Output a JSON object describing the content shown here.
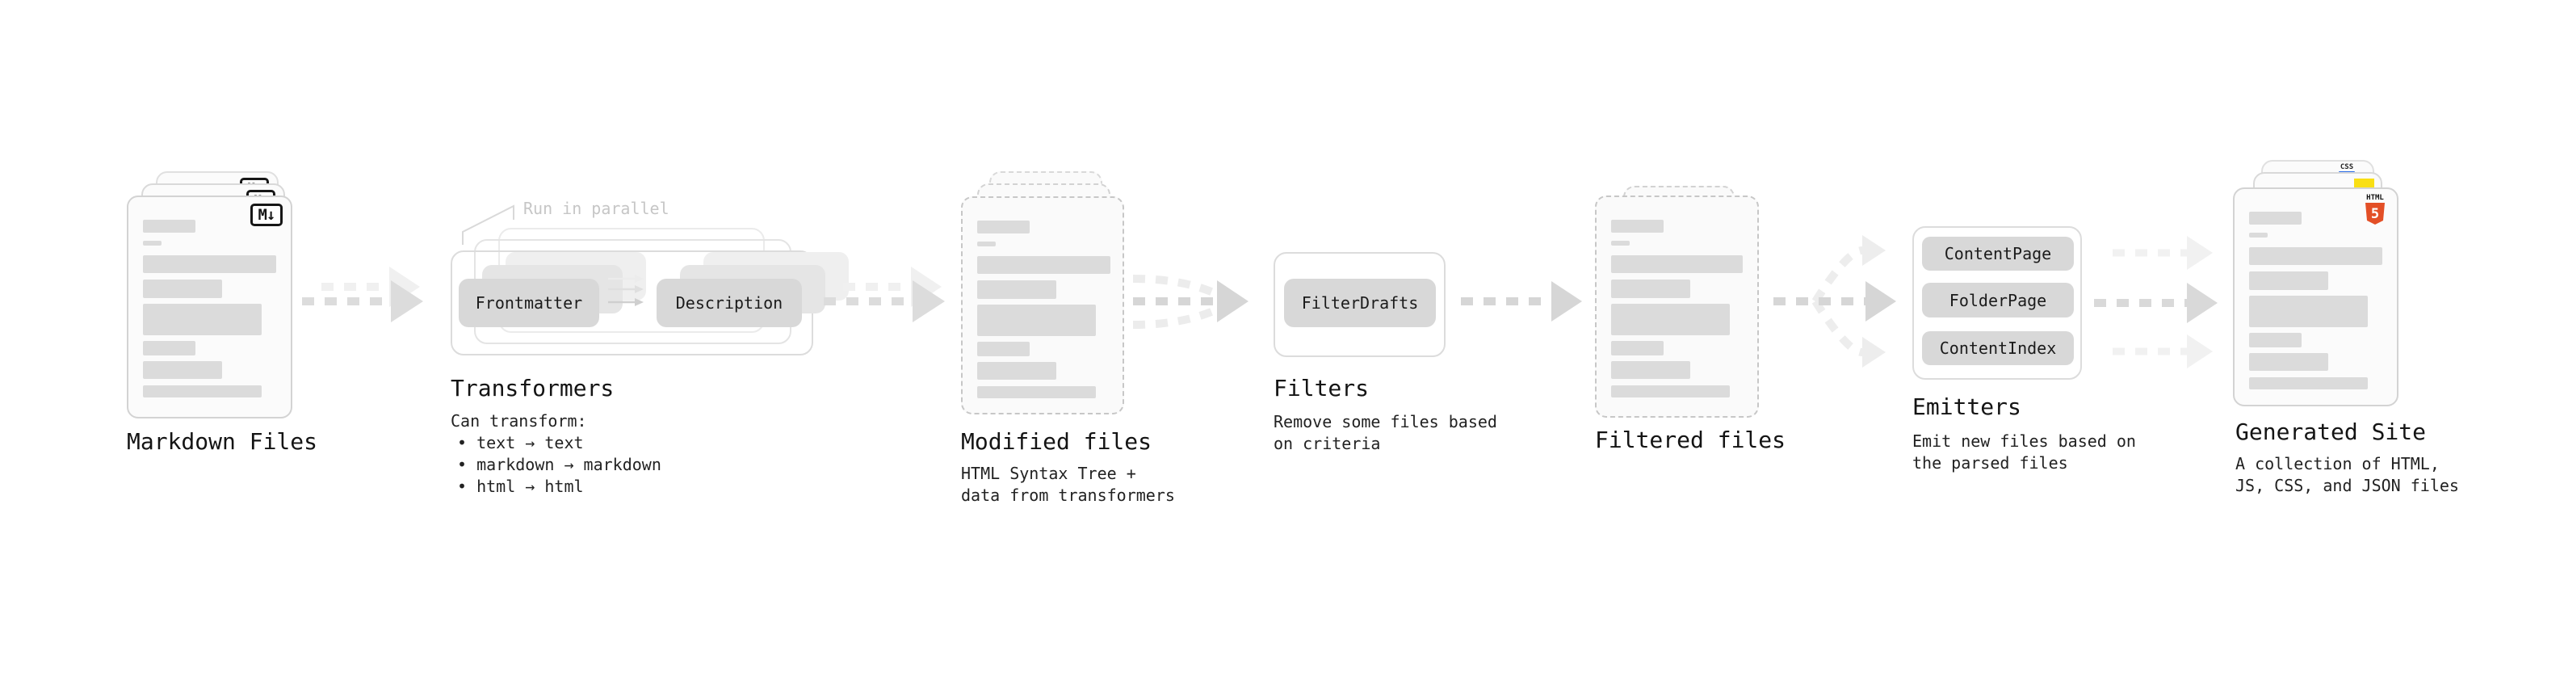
{
  "markdown_files": {
    "title": "Markdown Files",
    "badge": "M↓"
  },
  "transformers": {
    "title": "Transformers",
    "callout": "Run in parallel",
    "pill_a": "Frontmatter",
    "pill_b": "Description",
    "desc_heading": "Can transform:",
    "bullets": [
      "text → text",
      "markdown → markdown",
      "html → html"
    ]
  },
  "modified_files": {
    "title": "Modified files",
    "subtitle": [
      "HTML Syntax Tree +",
      "data from transformers"
    ]
  },
  "filters": {
    "title": "Filters",
    "pill": "FilterDrafts",
    "subtitle": [
      "Remove some files based",
      "on criteria"
    ]
  },
  "filtered_files": {
    "title": "Filtered files"
  },
  "emitters": {
    "title": "Emitters",
    "pills": [
      "ContentPage",
      "FolderPage",
      "ContentIndex"
    ],
    "subtitle": [
      "Emit new files based on",
      "the parsed files"
    ]
  },
  "generated_site": {
    "title": "Generated Site",
    "subtitle": [
      "A collection of HTML,",
      "JS, CSS, and JSON files"
    ],
    "css_badge": "CSS",
    "html_badge": "HTML",
    "html_number": "5"
  },
  "colors": {
    "html5_orange": "#e34f26",
    "js_yellow": "#f9df14",
    "css_blue": "#2b6de8",
    "pill_gray": "#d8d8d8",
    "arrow_gray": "#d9d9d9"
  }
}
